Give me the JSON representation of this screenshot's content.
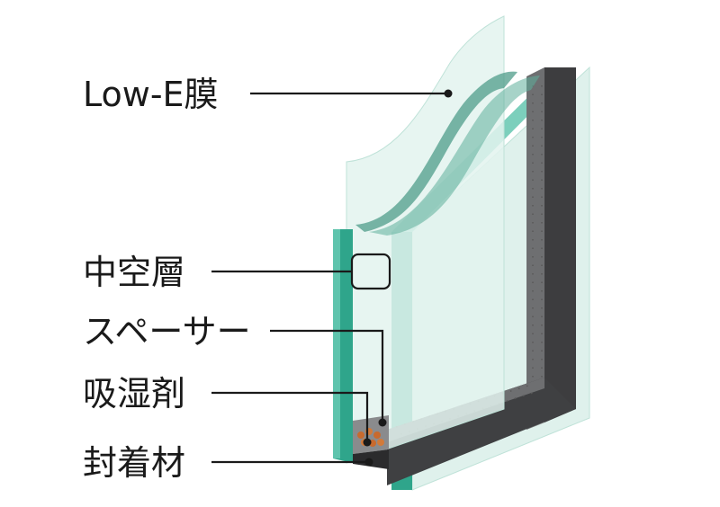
{
  "labels": {
    "low_e": "Low-E膜",
    "air_layer": "中空層",
    "spacer": "スペーサー",
    "desiccant": "吸湿剤",
    "sealant": "封着材"
  },
  "colors": {
    "glass_face": "#d9efe9",
    "glass_edge": "#2fa58b",
    "glass_edge_light": "#5fc4ad",
    "lowe_film": "#4f9c8a",
    "frame_dark": "#3d3d3f",
    "frame_mid": "#58595b",
    "spacer_gray": "#8a8b8d",
    "desiccant": "#c86a2e",
    "line": "#1a1a1a"
  }
}
